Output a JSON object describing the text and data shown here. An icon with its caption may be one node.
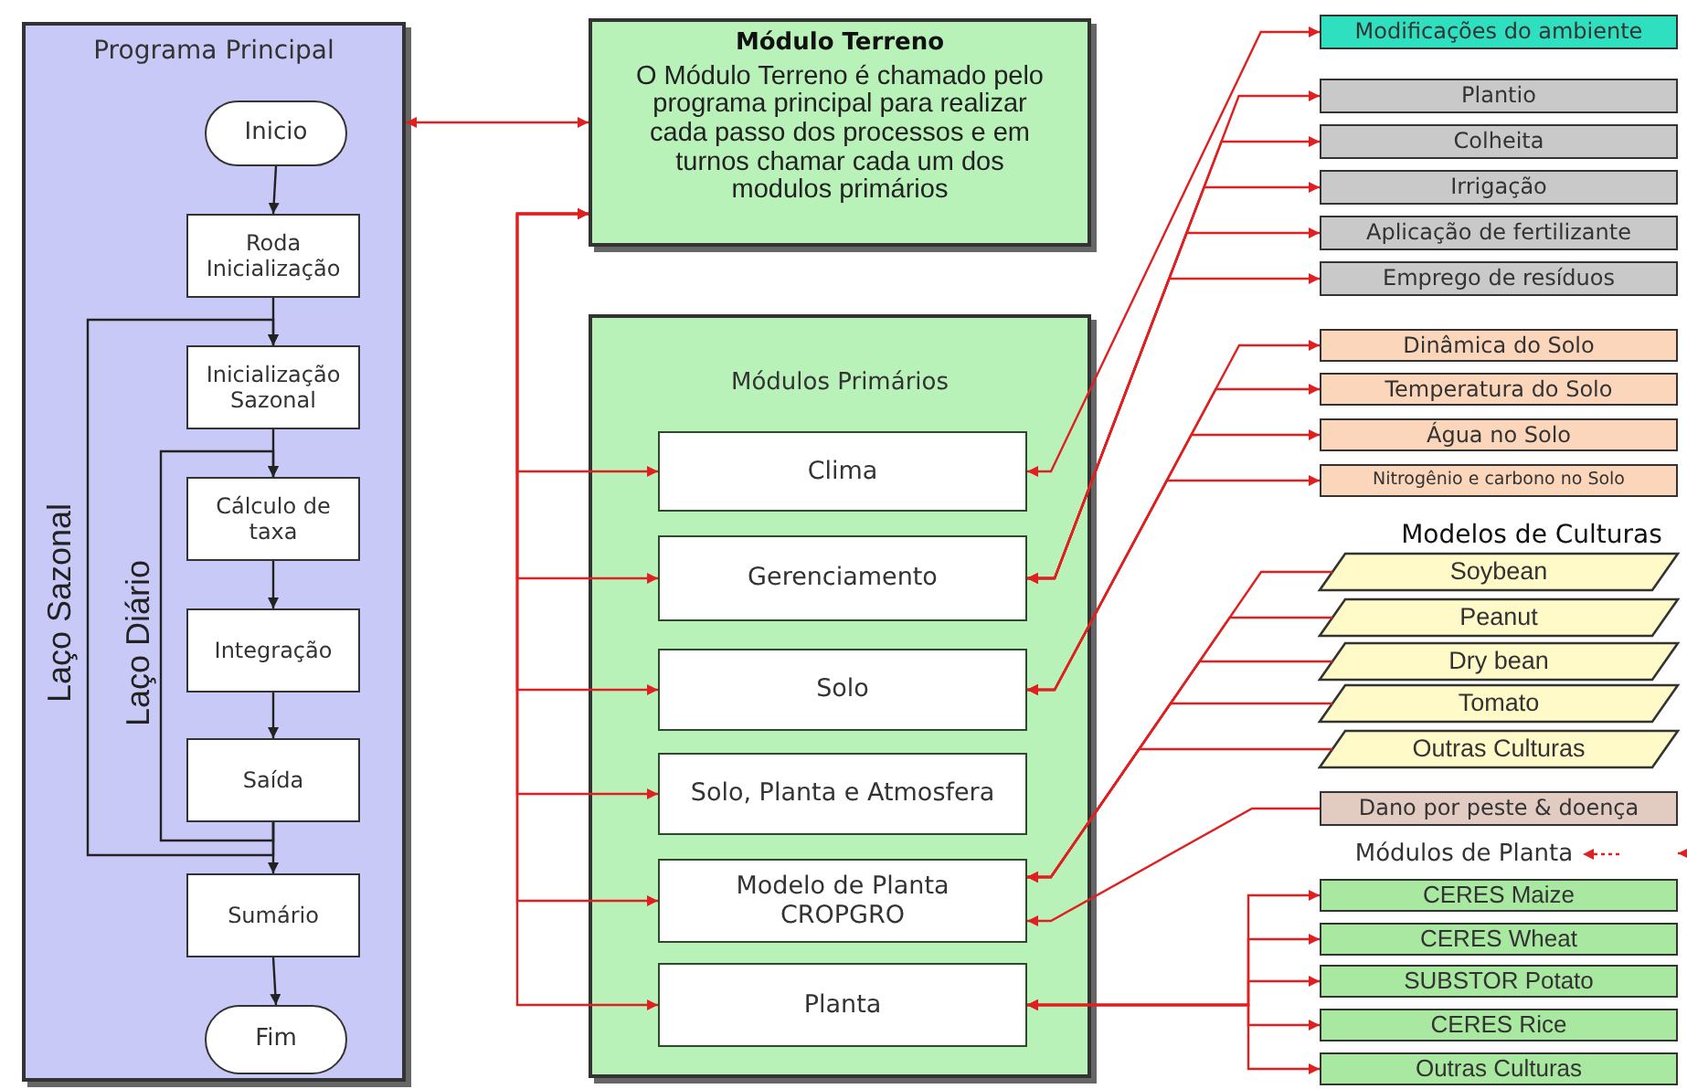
{
  "diagram": {
    "nodes": [
      {
        "text": [
          "Programa Principal"
        ]
      },
      {
        "text": [
          "Inicio"
        ],
        "in": 0
      },
      {
        "text": [
          "Roda Inicialização"
        ],
        "in": 0
      },
      {
        "text": [
          "Inicialização Sazonal"
        ],
        "in": 0
      },
      {
        "text": [
          "Cálculo de taxa"
        ],
        "in": 0
      },
      {
        "text": [
          "Integração"
        ],
        "in": 0
      },
      {
        "text": [
          "Saída"
        ],
        "in": 0
      },
      {
        "text": [
          "Sumário"
        ],
        "in": 0
      },
      {
        "text": [
          "Fim"
        ],
        "in": 0
      },
      {
        "text": [
          "Módulo Terreno",
          "O Módulo Terreno é chamado pelo programa principal para realizar cada passo dos processos e em turnos chamar cada um dos modulos primários"
        ]
      },
      {
        "text": [
          "Módulos Primários"
        ]
      },
      {
        "text": [
          "Clima"
        ],
        "in": 10
      },
      {
        "text": [
          "Gerenciamento"
        ],
        "in": 10
      },
      {
        "text": [
          "Solo"
        ],
        "in": 10
      },
      {
        "text": [
          "Solo, Planta e Atmosfera"
        ],
        "in": 10
      },
      {
        "text": [
          "Modelo de Planta CROPGRO"
        ],
        "in": 10
      },
      {
        "text": [
          "Planta"
        ],
        "in": 10
      },
      {
        "text": [
          "Modificações do ambiente"
        ]
      },
      {
        "text": [
          "Plantio"
        ]
      },
      {
        "text": [
          "Colheita"
        ]
      },
      {
        "text": [
          "Irrigação"
        ]
      },
      {
        "text": [
          "Aplicação de fertilizante"
        ]
      },
      {
        "text": [
          "Emprego de resíduos"
        ]
      },
      {
        "text": [
          "Dinâmica do Solo"
        ]
      },
      {
        "text": [
          "Temperatura do Solo"
        ]
      },
      {
        "text": [
          "Água no Solo"
        ]
      },
      {
        "text": [
          "Nitrogênio e carbono no Solo"
        ]
      },
      {
        "text": [
          "Soybean"
        ]
      },
      {
        "text": [
          "Peanut"
        ]
      },
      {
        "text": [
          "Dry bean"
        ]
      },
      {
        "text": [
          "Tomato"
        ]
      },
      {
        "text": [
          "Outras Culturas"
        ]
      },
      {
        "text": [
          "Dano por peste & doença"
        ]
      },
      {
        "text": [
          "Módulos de Planta"
        ]
      },
      {
        "text": [
          "CERES Maize"
        ]
      },
      {
        "text": [
          "CERES Wheat"
        ]
      },
      {
        "text": [
          "SUBSTOR Potato"
        ]
      },
      {
        "text": [
          "CERES Rice"
        ]
      },
      {
        "text": [
          "Outras Culturas"
        ]
      }
    ],
    "edges": [
      {
        "from": 0,
        "to": 9,
        "arrow": "both"
      },
      {
        "from": 9,
        "to": 11,
        "arrow": "both"
      },
      {
        "from": 9,
        "to": 12,
        "arrow": "both"
      },
      {
        "from": 9,
        "to": 13,
        "arrow": "both"
      },
      {
        "from": 9,
        "to": 14,
        "arrow": "both"
      },
      {
        "from": 9,
        "to": 15,
        "arrow": "both"
      },
      {
        "from": 9,
        "to": 16,
        "arrow": "both"
      },
      {
        "from": 1,
        "to": 2,
        "arrow": "to",
        "color": "#222222"
      },
      {
        "from": 2,
        "to": 3,
        "arrow": "to",
        "color": "#222222"
      },
      {
        "from": 3,
        "to": 4,
        "arrow": "to",
        "color": "#222222"
      },
      {
        "from": 4,
        "to": 5,
        "arrow": "to",
        "color": "#222222"
      },
      {
        "from": 5,
        "to": 6,
        "arrow": "to",
        "color": "#222222"
      },
      {
        "from": 6,
        "to": 7,
        "arrow": "to",
        "color": "#222222"
      },
      {
        "from": 7,
        "to": 8,
        "arrow": "to",
        "color": "#222222"
      },
      {
        "from": 6,
        "to": 3,
        "arrow": "to",
        "label": "Laço Sazonal",
        "color": "#222222"
      },
      {
        "from": 6,
        "to": 4,
        "arrow": "to",
        "label": "Laço Diário",
        "color": "#222222"
      },
      {
        "from": 11,
        "to": 17,
        "arrow": "both"
      },
      {
        "from": 12,
        "to": 18,
        "arrow": "both"
      },
      {
        "from": 12,
        "to": 19,
        "arrow": "both"
      },
      {
        "from": 12,
        "to": 20,
        "arrow": "both"
      },
      {
        "from": 12,
        "to": 21,
        "arrow": "both"
      },
      {
        "from": 12,
        "to": 22,
        "arrow": "both"
      },
      {
        "from": 13,
        "to": 23,
        "arrow": "both"
      },
      {
        "from": 13,
        "to": 24,
        "arrow": "both"
      },
      {
        "from": 13,
        "to": 25,
        "arrow": "both"
      },
      {
        "from": 13,
        "to": 26,
        "arrow": "both"
      },
      {
        "from": 27,
        "to": 15,
        "arrow": "to"
      },
      {
        "from": 28,
        "to": 15,
        "arrow": "to"
      },
      {
        "from": 29,
        "to": 15,
        "arrow": "to"
      },
      {
        "from": 30,
        "to": 15,
        "arrow": "to"
      },
      {
        "from": 31,
        "to": 15,
        "arrow": "to"
      },
      {
        "from": 32,
        "to": 15,
        "arrow": "to"
      },
      {
        "from": 16,
        "to": 34,
        "arrow": "both"
      },
      {
        "from": 16,
        "to": 35,
        "arrow": "both"
      },
      {
        "from": 16,
        "to": 36,
        "arrow": "both"
      },
      {
        "from": 16,
        "to": 37,
        "arrow": "both"
      },
      {
        "from": 16,
        "to": 38,
        "arrow": "both"
      },
      {
        "from": null,
        "to": 32,
        "arrow": "to"
      },
      {
        "from": null,
        "to": 33,
        "arrow": "to",
        "style": "dashed"
      }
    ],
    "labels": [
      "Modelos de Culturas"
    ]
  }
}
